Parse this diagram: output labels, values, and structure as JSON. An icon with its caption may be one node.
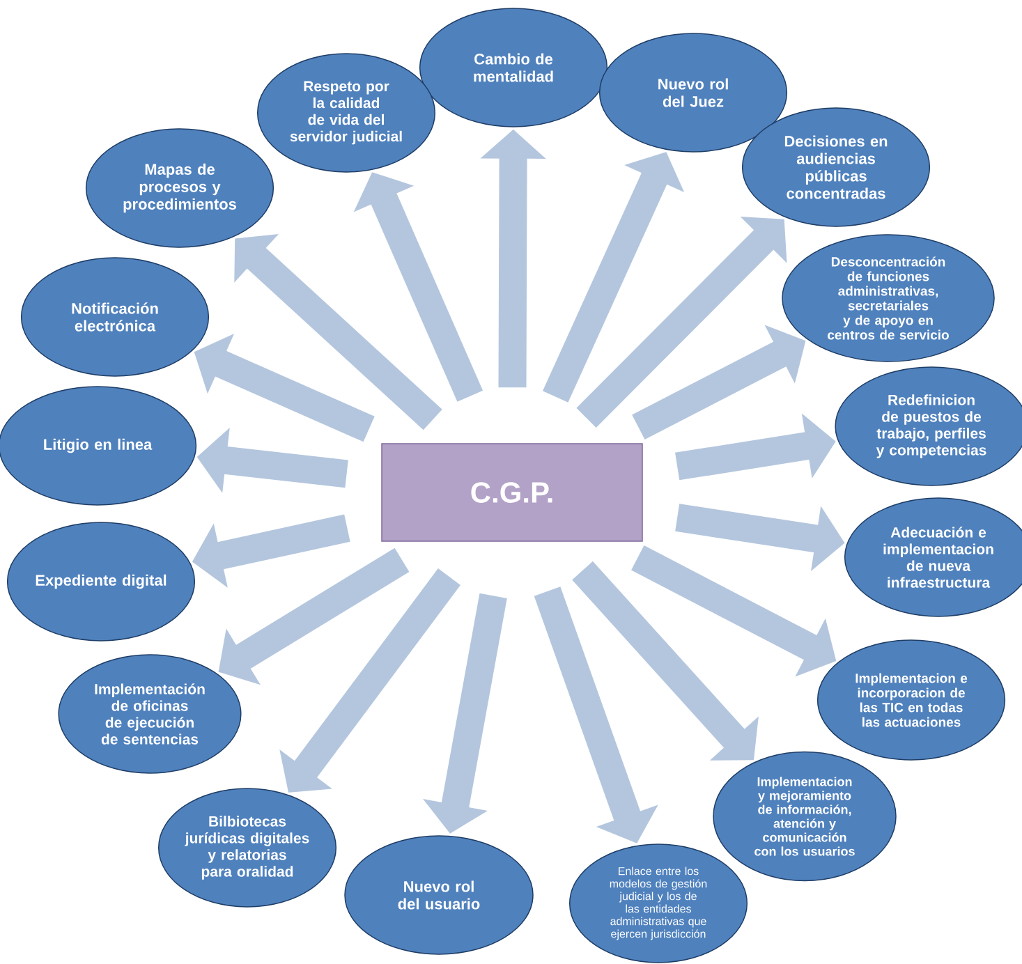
{
  "diagram": {
    "nodes": [
      {
        "text": [
          "C.G.P."
        ]
      },
      {
        "text": [
          "Cambio de mentalidad"
        ]
      },
      {
        "text": [
          "Nuevo rol del Juez"
        ]
      },
      {
        "text": [
          "Decisiones en audiencias públicas concentradas"
        ]
      },
      {
        "text": [
          "Desconcentración de funciones administrativas, secretariales y de apoyo en centros de servicio"
        ]
      },
      {
        "text": [
          "Redefinicion de puestos de trabajo, perfiles y competencias"
        ]
      },
      {
        "text": [
          "Adecuación e implementacion de nueva infraestructura"
        ]
      },
      {
        "text": [
          "Implementacion e incorporacion de las TIC en todas las actuaciones"
        ]
      },
      {
        "text": [
          "Implementacion y mejoramiento de información, atención y comunicación con los usuarios"
        ]
      },
      {
        "text": [
          "Enlace entre los modelos de gestión judicial y los de las entidades administrativas que ejercen jurisdicción"
        ]
      },
      {
        "text": [
          "Nuevo rol del usuario"
        ]
      },
      {
        "text": [
          "Bilbiotecas jurídicas digitales y relatorias para oralidad"
        ]
      },
      {
        "text": [
          "Implementación de oficinas de ejecución de sentencias"
        ]
      },
      {
        "text": [
          "Expediente digital"
        ]
      },
      {
        "text": [
          "Litigio en linea"
        ]
      },
      {
        "text": [
          "Notificación electrónica"
        ]
      },
      {
        "text": [
          "Mapas de procesos y procedimientos"
        ]
      },
      {
        "text": [
          "Respeto por la calidad de vida del servidor judicial"
        ]
      }
    ],
    "edges": [
      {
        "from": 0,
        "to": 1,
        "arrow": "to"
      },
      {
        "from": 0,
        "to": 2,
        "arrow": "to"
      },
      {
        "from": 0,
        "to": 3,
        "arrow": "to"
      },
      {
        "from": 0,
        "to": 4,
        "arrow": "to"
      },
      {
        "from": 0,
        "to": 5,
        "arrow": "to"
      },
      {
        "from": 0,
        "to": 6,
        "arrow": "to"
      },
      {
        "from": 0,
        "to": 7,
        "arrow": "to"
      },
      {
        "from": 0,
        "to": 8,
        "arrow": "to"
      },
      {
        "from": 0,
        "to": 9,
        "arrow": "to"
      },
      {
        "from": 0,
        "to": 10,
        "arrow": "to"
      },
      {
        "from": 0,
        "to": 11,
        "arrow": "to"
      },
      {
        "from": 0,
        "to": 12,
        "arrow": "to"
      },
      {
        "from": 0,
        "to": 13,
        "arrow": "to"
      },
      {
        "from": 0,
        "to": 14,
        "arrow": "to"
      },
      {
        "from": 0,
        "to": 15,
        "arrow": "to"
      },
      {
        "from": 0,
        "to": 16,
        "arrow": "to"
      },
      {
        "from": 0,
        "to": 17,
        "arrow": "to"
      }
    ]
  }
}
